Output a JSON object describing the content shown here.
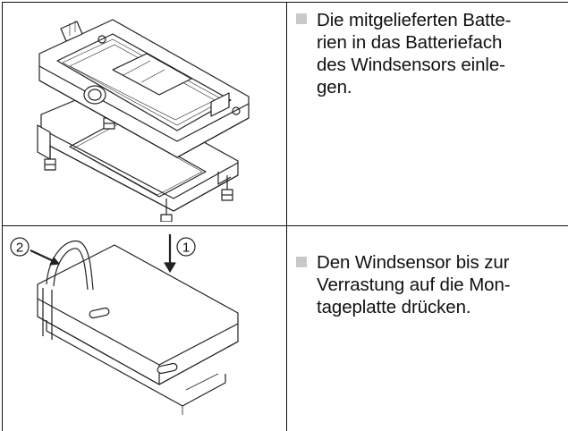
{
  "steps": [
    {
      "lines": [
        "Die mitgelieferten Batte-",
        "rien in das Batteriefach",
        "des Windsensors einle-",
        "gen."
      ],
      "figure": "battery-compartment-exploded-drawing"
    },
    {
      "lines": [
        "Den Windsensor bis zur",
        "Verrastung auf die Mon-",
        "tageplatte drücken."
      ],
      "figure": "press-onto-mounting-plate-drawing",
      "callouts": [
        "②",
        "①"
      ]
    }
  ],
  "icons": {
    "bullet": "square-bullet-icon"
  },
  "colors": {
    "rule": "#111111",
    "bullet": "#c9c9c9"
  }
}
